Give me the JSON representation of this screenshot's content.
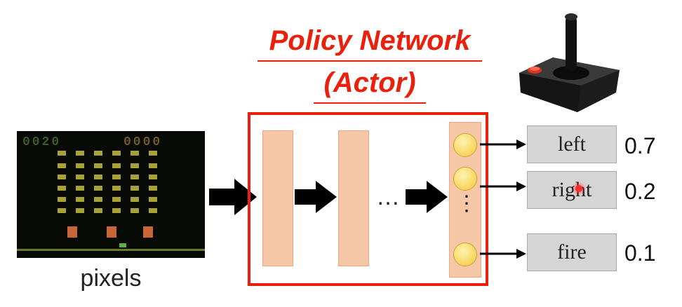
{
  "title": {
    "line1": "Policy Network",
    "line2": "(Actor)"
  },
  "input": {
    "label": "pixels",
    "score_left": "0020",
    "score_right": "0000"
  },
  "network": {
    "hidden_ellipsis": "…",
    "output_ellipsis": "⋮"
  },
  "actions": [
    {
      "label": "left",
      "probability": "0.7"
    },
    {
      "label": "right",
      "probability": "0.2"
    },
    {
      "label": "fire",
      "probability": "0.1"
    }
  ],
  "colors": {
    "accent": "#e8200c",
    "layer_fill": "#f6c7a7",
    "neuron_fill": "#f7d45a",
    "action_box": "#d5d5d5"
  },
  "icons": [
    "joystick-icon",
    "arrow-right-icon",
    "neuron-icon"
  ]
}
